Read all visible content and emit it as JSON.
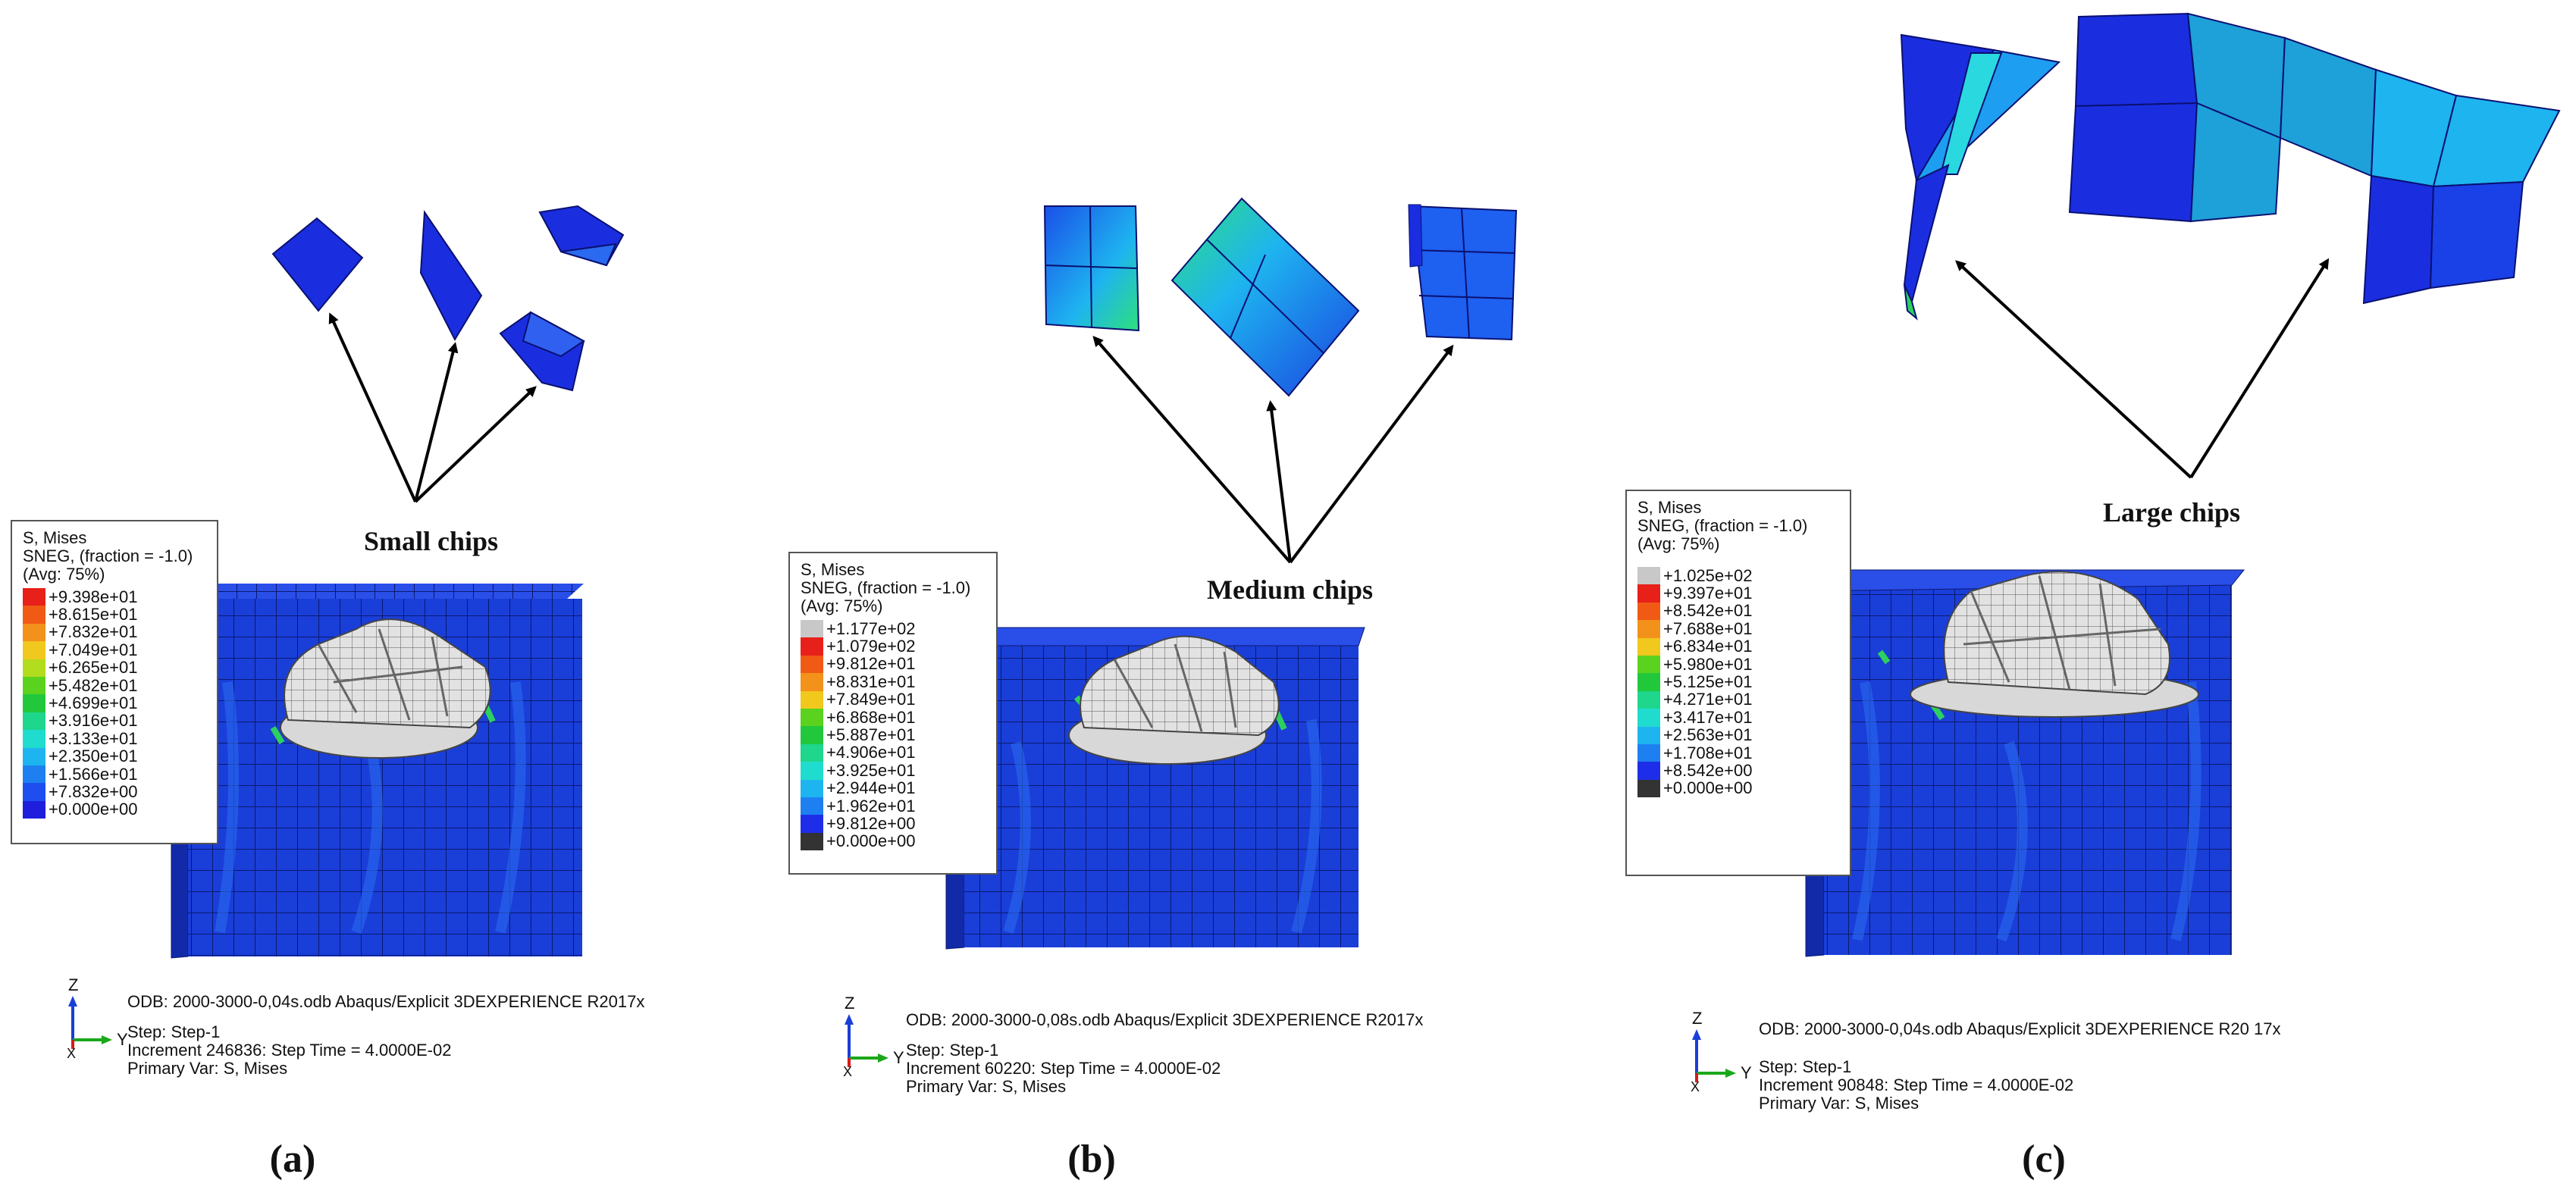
{
  "panels": [
    {
      "caption": "(a)",
      "chips_label": "Small chips",
      "legend": {
        "title": "S, Mises",
        "subtitle": "SNEG, (fraction = -1.0)",
        "avg": "(Avg: 75%)",
        "values": [
          "+9.398e+01",
          "+8.615e+01",
          "+7.832e+01",
          "+7.049e+01",
          "+6.265e+01",
          "+5.482e+01",
          "+4.699e+01",
          "+3.916e+01",
          "+3.133e+01",
          "+2.350e+01",
          "+1.566e+01",
          "+7.832e+00",
          "+0.000e+00"
        ],
        "colors": [
          "#e8201a",
          "#f05a14",
          "#f3921b",
          "#f0c81e",
          "#b2dc1e",
          "#5bd21e",
          "#22c83c",
          "#1ed68c",
          "#20dccf",
          "#1eb4f0",
          "#1e80f0",
          "#1e4ef0",
          "#1e1edc"
        ]
      },
      "odb": "ODB: 2000-3000-0,04s.odb    Abaqus/Explicit 3DEXPERIENCE R2017x",
      "step": "Step: Step-1",
      "increment": "Increment    246836: Step Time =    4.0000E-02",
      "primary": "Primary Var: S, Mises",
      "axes": {
        "z": "Z",
        "y": "Y",
        "x": "X"
      }
    },
    {
      "caption": "(b)",
      "chips_label": "Medium chips",
      "legend": {
        "title": "S, Mises",
        "subtitle": "SNEG, (fraction = -1.0)",
        "avg": "(Avg: 75%)",
        "values": [
          "+1.177e+02",
          "+1.079e+02",
          "+9.812e+01",
          "+8.831e+01",
          "+7.849e+01",
          "+6.868e+01",
          "+5.887e+01",
          "+4.906e+01",
          "+3.925e+01",
          "+2.944e+01",
          "+1.962e+01",
          "+9.812e+00",
          "+0.000e+00"
        ],
        "colors": [
          "#c8c8c8",
          "#e8201a",
          "#f05a14",
          "#f3921b",
          "#f0c81e",
          "#5bd21e",
          "#22c83c",
          "#1ed68c",
          "#20dccf",
          "#1eb4f0",
          "#1e80f0",
          "#1e2ee8",
          "#333333"
        ]
      },
      "odb": "ODB: 2000-3000-0,08s.odb    Abaqus/Explicit 3DEXPERIENCE R2017x",
      "step": "Step: Step-1",
      "increment": "Increment    60220: Step Time =    4.0000E-02",
      "primary": "Primary Var: S, Mises",
      "axes": {
        "z": "Z",
        "y": "Y",
        "x": "X"
      }
    },
    {
      "caption": "(c)",
      "chips_label": "Large chips",
      "legend": {
        "title": "S, Mises",
        "subtitle": "SNEG, (fraction = -1.0)",
        "avg": "(Avg: 75%)",
        "values": [
          "+1.025e+02",
          "+9.397e+01",
          "+8.542e+01",
          "+7.688e+01",
          "+6.834e+01",
          "+5.980e+01",
          "+5.125e+01",
          "+4.271e+01",
          "+3.417e+01",
          "+2.563e+01",
          "+1.708e+01",
          "+8.542e+00",
          "+0.000e+00"
        ],
        "colors": [
          "#c8c8c8",
          "#e8201a",
          "#f05a14",
          "#f3921b",
          "#f0c81e",
          "#5bd21e",
          "#22c83c",
          "#1ed68c",
          "#20dccf",
          "#1eb4f0",
          "#1e80f0",
          "#1e2ee8",
          "#333333"
        ]
      },
      "odb": "ODB: 2000-3000-0,04s.odb    Abaqus/Explicit 3DEXPERIENCE R20 17x",
      "step": "Step: Step-1",
      "increment": "Increment    90848: Step Time =    4.0000E-02",
      "primary": "Primary Var: S, Mises",
      "axes": {
        "z": "Z",
        "y": "Y",
        "x": "X"
      }
    }
  ]
}
